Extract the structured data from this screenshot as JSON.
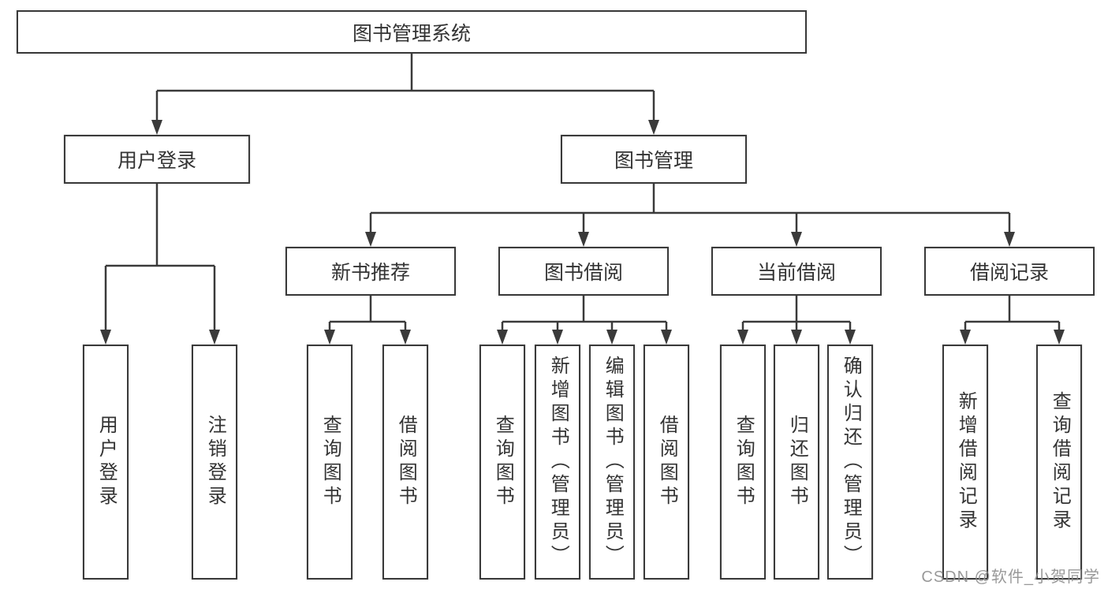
{
  "tree": {
    "root": "图书管理系统",
    "user": {
      "label": "用户登录",
      "leaves": [
        "用户登录",
        "注销登录"
      ]
    },
    "mgmt": {
      "label": "图书管理",
      "groups": [
        {
          "label": "新书推荐",
          "leaves": [
            "查询图书",
            "借阅图书"
          ]
        },
        {
          "label": "图书借阅",
          "leaves": [
            "查询图书",
            "新增图书（管理员）",
            "编辑图书（管理员）",
            "借阅图书"
          ]
        },
        {
          "label": "当前借阅",
          "leaves": [
            "查询图书",
            "归还图书",
            "确认归还（管理员）"
          ]
        },
        {
          "label": "借阅记录",
          "leaves": [
            "新增借阅记录",
            "查询借阅记录"
          ]
        }
      ]
    }
  },
  "watermark": "CSDN @软件_小贺同学",
  "colors": {
    "line": "#3a3a3a",
    "text": "#333333",
    "watermark": "#8f8f8f",
    "bg": "#ffffff"
  }
}
